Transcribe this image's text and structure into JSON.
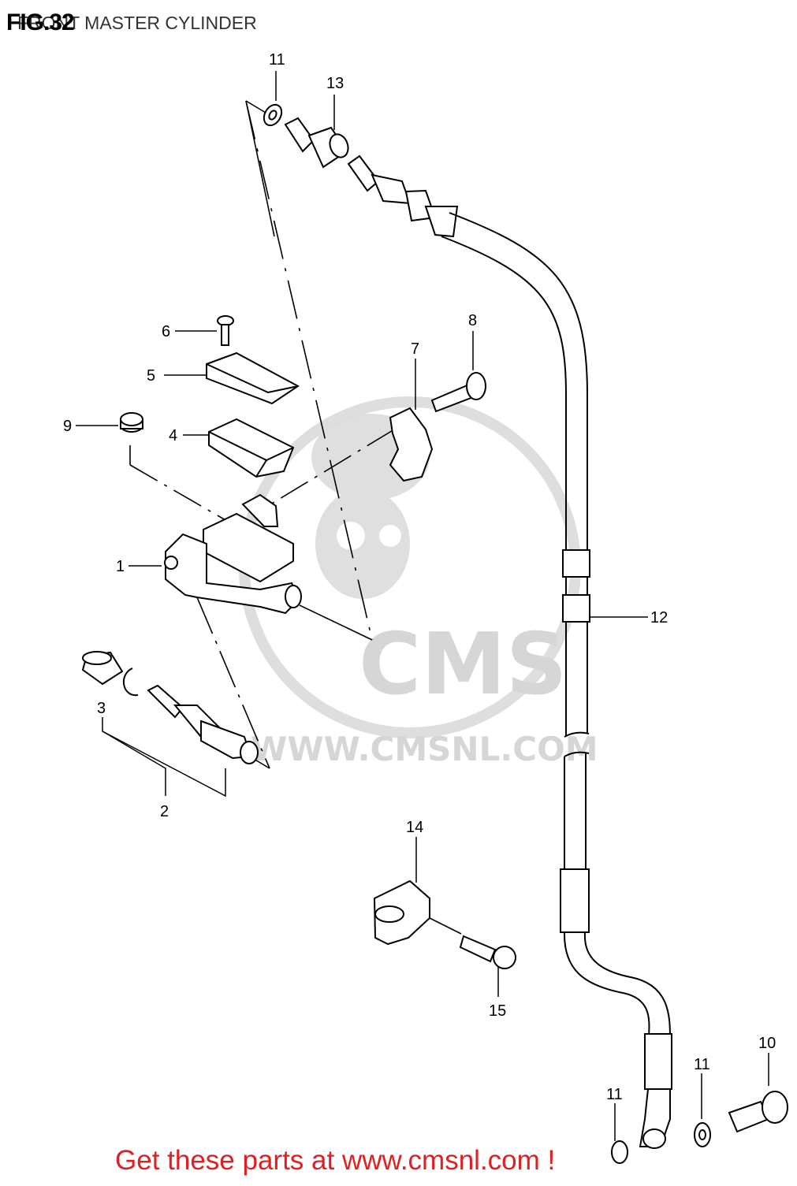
{
  "header": {
    "figure_label": "FIG.32",
    "title": "FRONT MASTER CYLINDER"
  },
  "colors": {
    "ink": "#000000",
    "watermark": "#d9d9d9",
    "cta": "#e02020",
    "background": "#ffffff"
  },
  "watermark": {
    "logo_text": "CMS",
    "url_text": "WWW.CMSNL.COM"
  },
  "callouts": {
    "c1": "1",
    "c2": "2",
    "c3": "3",
    "c4": "4",
    "c5": "5",
    "c6": "6",
    "c7": "7",
    "c8": "8",
    "c9": "9",
    "c10": "10",
    "c11_top": "11",
    "c11_mid": "11",
    "c11_bottom": "11",
    "c12": "12",
    "c13": "13",
    "c14": "14",
    "c15": "15"
  },
  "footer": {
    "prefix": "Get these parts at ",
    "link": "www.cmsnl.com",
    "suffix": " !"
  }
}
